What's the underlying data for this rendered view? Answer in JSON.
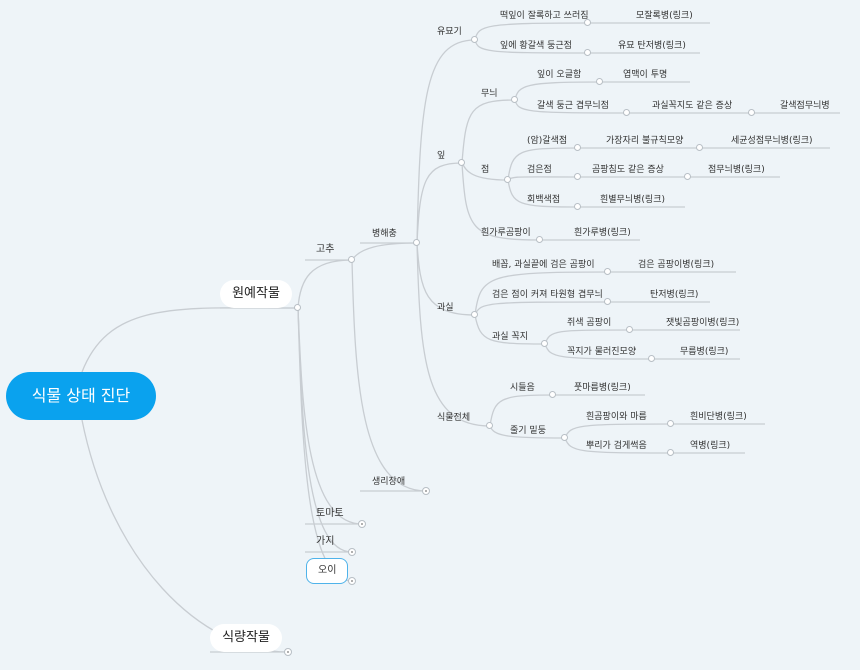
{
  "root": {
    "label": "식물 상태 진단"
  },
  "horticulture": {
    "label": "원예작물"
  },
  "food_crops": {
    "label": "식량작물"
  },
  "pepper": {
    "label": "고추"
  },
  "tomato": {
    "label": "토마토"
  },
  "eggplant": {
    "label": "가지"
  },
  "cucumber": {
    "label": "오이"
  },
  "pest": {
    "label": "병해충"
  },
  "physio": {
    "label": "생리장애"
  },
  "leaf": {
    "label": "잎"
  },
  "fruit": {
    "label": "과실"
  },
  "whole": {
    "label": "식물전체"
  },
  "fuzzy": {
    "label": "유묘기"
  },
  "fuzzy_a": {
    "label": "떡잎이 잘록하고 쓰러짐"
  },
  "fuzzy_a_link": {
    "label": "모잘록병(링크)"
  },
  "fuzzy_b": {
    "label": "잎에 황갈색 둥근점"
  },
  "fuzzy_b_link": {
    "label": "유묘 탄저병(링크)"
  },
  "pattern": {
    "label": "무늬"
  },
  "pattern_a": {
    "label": "잎이 오글함"
  },
  "pattern_a2": {
    "label": "엽맥이 투명"
  },
  "pattern_b": {
    "label": "갈색 둥근 겹무늬점"
  },
  "pattern_b2": {
    "label": "과실꼭지도 같은 증상"
  },
  "pattern_b_link": {
    "label": "갈색점무늬병"
  },
  "spot": {
    "label": "점"
  },
  "spot_a": {
    "label": "(암)갈색점"
  },
  "spot_a2": {
    "label": "가장자리 불규칙모양"
  },
  "spot_a_link": {
    "label": "세균성점무늬병(링크)"
  },
  "spot_b": {
    "label": "검은점"
  },
  "spot_b2": {
    "label": "곰팡침도 같은 증상"
  },
  "spot_b_link": {
    "label": "점무늬병(링크)"
  },
  "spot_c": {
    "label": "회백색점"
  },
  "spot_c_link": {
    "label": "흰별무늬병(링크)"
  },
  "mold": {
    "label": "흰가루곰팡이"
  },
  "mold_link": {
    "label": "흰가루병(링크)"
  },
  "fruit_a": {
    "label": "배꼽, 과실끝에 검은 곰팡이"
  },
  "fruit_a_link": {
    "label": "검은 곰팡이병(링크)"
  },
  "fruit_b": {
    "label": "검은 점이 커져 타원형 겹무늬"
  },
  "fruit_b_link": {
    "label": "탄저병(링크)"
  },
  "stem": {
    "label": "과실 꼭지"
  },
  "stem_a": {
    "label": "쥐색 곰팡이"
  },
  "stem_a_link": {
    "label": "잿빛곰팡이병(링크)"
  },
  "stem_b": {
    "label": "꼭지가 물러진모양"
  },
  "stem_b_link": {
    "label": "무름병(링크)"
  },
  "wilt": {
    "label": "시들음"
  },
  "wilt_link": {
    "label": "풋마름병(링크)"
  },
  "base": {
    "label": "줄기 밑둥"
  },
  "base_a": {
    "label": "흰곰팡이와 마름"
  },
  "base_a_link": {
    "label": "흰비단병(링크)"
  },
  "base_b": {
    "label": "뿌리가 검게썩음"
  },
  "base_b_link": {
    "label": "역병(링크)"
  }
}
